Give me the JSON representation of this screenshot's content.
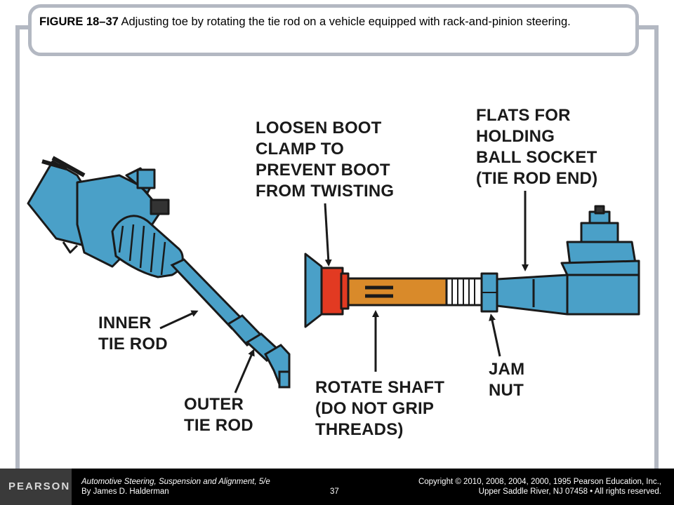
{
  "caption": {
    "figure_number": "FIGURE 18–37",
    "text": "Adjusting toe by rotating the tie rod on a vehicle equipped with rack-and-pinion steering."
  },
  "labels": {
    "loosen_boot": "LOOSEN BOOT\nCLAMP TO\nPREVENT BOOT\nFROM TWISTING",
    "flats": "FLATS FOR\nHOLDING\nBALL SOCKET\n(TIE ROD END)",
    "inner_tie_rod": "INNER\nTIE ROD",
    "outer_tie_rod": "OUTER\nTIE ROD",
    "rotate_shaft": "ROTATE SHAFT\n(DO NOT GRIP\nTHREADS)",
    "jam_nut": "JAM\nNUT"
  },
  "footer": {
    "logo": "PEARSON",
    "book_title": "Automotive Steering, Suspension and Alignment, 5/e",
    "author": "By James D. Halderman",
    "page": "37",
    "copyright_line1": "Copyright © 2010, 2008, 2004, 2000, 1995 Pearson Education, Inc.,",
    "copyright_line2": "Upper Saddle River, NJ 07458 • All rights reserved."
  },
  "colors": {
    "part_blue": "#4aa0c8",
    "boot_clamp_red": "#e23a22",
    "shaft_orange": "#d98a2a",
    "frame_gray": "#b3b8c2"
  }
}
